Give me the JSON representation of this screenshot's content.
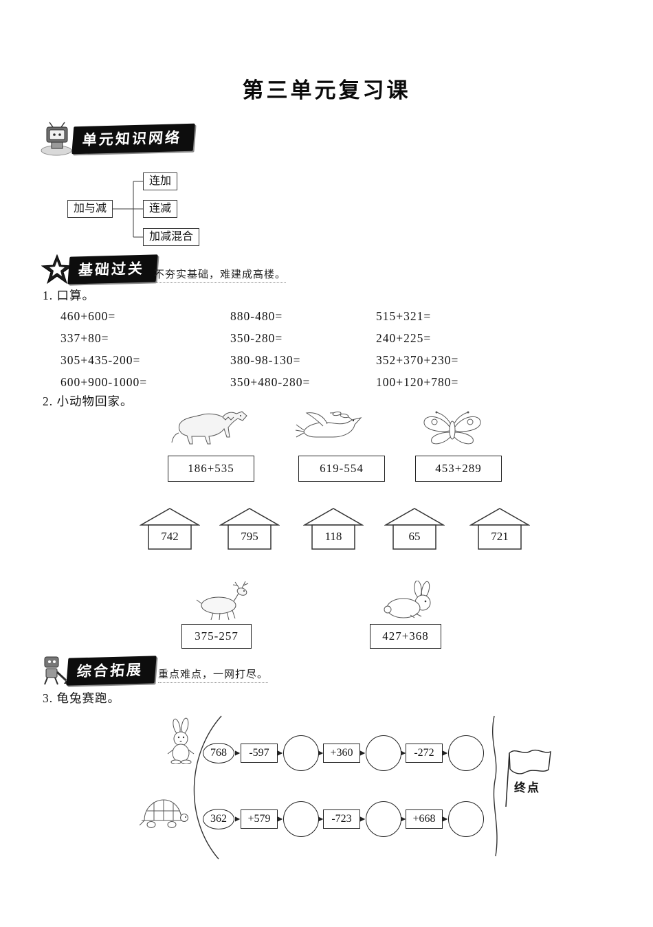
{
  "page": {
    "title": "第三单元复习课"
  },
  "knowledge": {
    "badge": "单元知识网络",
    "icon": "robot-tv-icon",
    "diagram": {
      "root": "加与减",
      "children": [
        "连加",
        "连减",
        "加减混合"
      ]
    }
  },
  "basic": {
    "badge": "基础过关",
    "icon": "star-icon",
    "subtitle": "不夯实基础，难建成高楼。",
    "q1_label": "1. 口算。",
    "q1_problems": [
      "460+600=",
      "880-480=",
      "515+321=",
      "337+80=",
      "350-280=",
      "240+225=",
      "305+435-200=",
      "380-98-130=",
      "352+370+230=",
      "600+900-1000=",
      "350+480-280=",
      "100+120+780="
    ],
    "q2_label": "2. 小动物回家。",
    "q2_animals_top": [
      "horse",
      "dove",
      "butterfly"
    ],
    "q2_exprs_top": [
      "186+535",
      "619-554",
      "453+289"
    ],
    "q2_houses": [
      "742",
      "795",
      "118",
      "65",
      "721"
    ],
    "q2_animals_bottom": [
      "deer",
      "rabbit"
    ],
    "q2_exprs_bottom": [
      "375-257",
      "427+368"
    ]
  },
  "extension": {
    "badge": "综合拓展",
    "icon": "robot-pencil-icon",
    "subtitle": "重点难点，一网打尽。",
    "q3_label": "3. 龟兔赛跑。",
    "race": {
      "rabbit_start": "768",
      "rabbit_ops": [
        "-597",
        "+360",
        "-272"
      ],
      "turtle_start": "362",
      "turtle_ops": [
        "+579",
        "-723",
        "+668"
      ],
      "finish_label": "终点"
    }
  }
}
